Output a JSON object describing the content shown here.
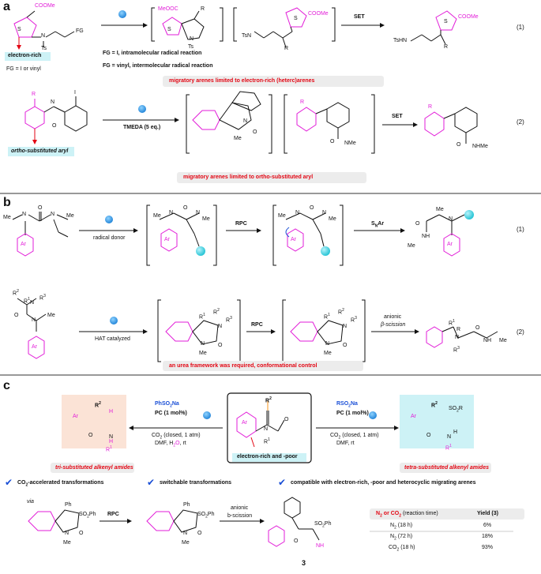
{
  "panels": {
    "a": {
      "letter": "a",
      "eq1": {
        "start_cooome": "COOMe",
        "start_n": "N",
        "start_ts": "Ts",
        "start_fg": "FG",
        "start_s": "S",
        "electron_rich_label": "electron-rich",
        "fg_label": "FG = I or vinyl",
        "int1_meooc": "MeOOC",
        "int1_r": "R",
        "int1_n": "N",
        "int1_ts": "Ts",
        "int1_s": "S",
        "int2_tsn": "TsN",
        "int2_cooome": "COOMe",
        "int2_r": "R",
        "int2_s": "S",
        "set_label": "SET",
        "prod_tshn": "TsHN",
        "prod_cooome": "COOMe",
        "prod_r": "R",
        "prod_s": "S",
        "note1": "FG = I, intramolecular radical reaction",
        "note2": "FG = vinyl, intermolecular radical reaction",
        "banner": "migratory arenes limited to electron-rich (heterc)arenes",
        "number": "(1)"
      },
      "eq2": {
        "start_r": "R",
        "start_i": "I",
        "start_n": "N",
        "start_o": "O",
        "ortho_label": "ortho-substituted aryl",
        "tmeda_label": "TMEDA (5 eq.)",
        "int1_n": "N",
        "int1_o": "O",
        "int1_me": "Me",
        "int2_r": "R",
        "int2_o": "O",
        "int2_nme": "NMe",
        "set_label": "SET",
        "prod_r": "R",
        "prod_o": "O",
        "prod_nhme": "NHMe",
        "banner": "migratory arenes limited to ortho-substituted aryl",
        "number": "(2)"
      }
    },
    "b": {
      "letter": "b",
      "eq1": {
        "start_me": "Me",
        "start_n1": "N",
        "start_n2": "N",
        "start_me2": "Me",
        "start_o": "O",
        "start_ar": "Ar",
        "reagent": "radical donor",
        "int1_me": "Me",
        "int1_n1": "N",
        "int1_n2": "N",
        "int1_me2": "Me",
        "int1_o": "O",
        "int1_ar": "Ar",
        "rpc_label": "RPC",
        "int2_me": "Me",
        "int2_n1": "N",
        "int2_n2": "N",
        "int2_me2": "Me",
        "int2_o": "O",
        "int2_ar": "Ar",
        "snar_label": "SNAr",
        "prod_me": "Me",
        "prod_n": "N",
        "prod_nh": "NH",
        "prod_me2": "Me",
        "prod_o": "O",
        "prod_ar": "Ar",
        "number": "(1)"
      },
      "eq2": {
        "start_r2": "R2",
        "start_r1": "R1",
        "start_r3": "R3",
        "start_n1": "N",
        "start_n2": "N",
        "start_me": "Me",
        "start_o": "O",
        "start_ar": "Ar",
        "reagent": "HAT catalyzed",
        "int1_r1": "R1",
        "int1_r2": "R2",
        "int1_r3": "R3",
        "int1_n1": "N",
        "int1_n2": "N",
        "int1_me": "Me",
        "int1_o": "O",
        "rpc_label": "RPC",
        "int2_r1": "R1",
        "int2_r2": "R2",
        "int2_r3": "R3",
        "int2_n1": "N",
        "int2_n2": "N",
        "int2_me": "Me",
        "int2_o": "O",
        "anionic": "anionic",
        "beta": "β-scission",
        "prod_r1": "R1",
        "prod_r": "R",
        "prod_r3": "R3",
        "prod_n": "N",
        "prod_nh": "NH",
        "prod_me": "Me",
        "prod_o": "O",
        "banner": "an urea framework was required, conformational control",
        "number": "(2)"
      }
    },
    "c": {
      "letter": "c",
      "left_reagent": "PhSO2Na",
      "left_pc": "PC (1 mol%)",
      "left_cond1": "CO2 (closed, 1 atm)",
      "left_cond2": "DMF, H2O, rt",
      "right_reagent": "RSO2Na",
      "right_pc": "PC (1 mol%)",
      "right_cond1": "CO2 (closed, 1 atm)",
      "right_cond2": "DMF, rt",
      "center_r2": "R2",
      "center_ar": "Ar",
      "center_n": "N",
      "center_o": "O",
      "center_r1": "R1",
      "center_label": "electron-rich and -poor",
      "left_prod_r2": "R2",
      "left_prod_ar": "Ar",
      "left_prod_h": "H",
      "left_prod_o": "O",
      "left_prod_nh": "N",
      "left_prod_h2": "H",
      "left_prod_r1": "R1",
      "left_label": "tri-substituted alkenyl amides",
      "right_prod_r2": "R2",
      "right_prod_so2r": "SO2R",
      "right_prod_ar": "Ar",
      "right_prod_o": "O",
      "right_prod_n": "N",
      "right_prod_h": "H",
      "right_prod_r1": "R1",
      "right_label": "tetra-substituted alkenyl amides",
      "feature1": "CO2-accelerated transformations",
      "feature2": "switchable transformations",
      "feature3": "compatible with electron-rich, -poor and heterocyclic migrating arenes",
      "via": "via",
      "mech_ph1": "Ph",
      "mech_so2ph1": "SO2Ph",
      "mech_n1": "N",
      "mech_me1": "Me",
      "mech_o1": "O",
      "mech_rpc": "RPC",
      "mech_ph2": "Ph",
      "mech_so2ph2": "SO2Ph",
      "mech_n2": "N",
      "mech_me2": "Me",
      "mech_o2": "O",
      "mech_anionic": "anionic",
      "mech_bscission": "b-scission",
      "mech_so2ph3": "SO2Ph",
      "mech_o3": "O",
      "mech_nh": "NH",
      "mech_3": "3",
      "table": {
        "header_cond": "N2 or CO2 (reaction time)",
        "header_yield": "Yield (3)",
        "rows": [
          {
            "cond": "N2 (18 h)",
            "yield": "6%"
          },
          {
            "cond": "N2 (72 h)",
            "yield": "18%"
          },
          {
            "cond": "CO2 (18 h)",
            "yield": "93%"
          }
        ]
      }
    }
  },
  "colors": {
    "magenta": "#e21ed8",
    "red": "#e30613",
    "cyan": "#29c5d6",
    "blue": "#1a4fd6",
    "green": "#39b54a",
    "orange": "#f7941d"
  }
}
